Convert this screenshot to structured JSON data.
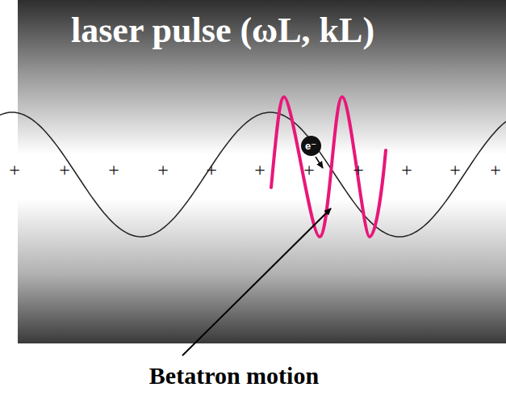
{
  "diagram": {
    "nodes": [
      {
        "text": [
          "e⁻"
        ]
      }
    ],
    "labels": [
      "laser pulse (ωL, kL)",
      "+",
      "+",
      "+",
      "+",
      "+",
      "+",
      "+",
      "+",
      "+",
      "+",
      "+",
      "Betatron motion"
    ]
  }
}
